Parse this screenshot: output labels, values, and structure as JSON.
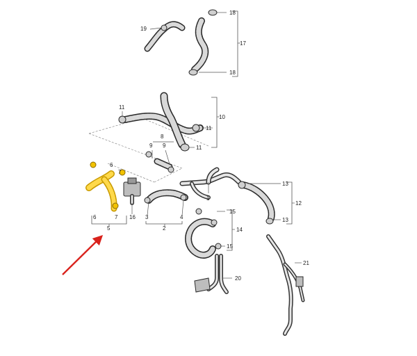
{
  "parts": {
    "p1": "1",
    "p2": "2",
    "p3": "3",
    "p4": "4",
    "p5": "5",
    "p6a": "6",
    "p6b": "6",
    "p7a": "7",
    "p7b": "7",
    "p8": "8",
    "p9a": "9",
    "p9b": "9",
    "p10": "10",
    "p11a": "11",
    "p11b": "11",
    "p11c": "11",
    "p12": "12",
    "p13a": "13",
    "p13b": "13",
    "p14": "14",
    "p15a": "15",
    "p15b": "15",
    "p16": "16",
    "p17": "17",
    "p18a": "18",
    "p18b": "18",
    "p19": "19",
    "p20": "20",
    "p21": "21"
  },
  "colors": {
    "highlight": "#f2c200",
    "arrow": "#d9221c"
  }
}
